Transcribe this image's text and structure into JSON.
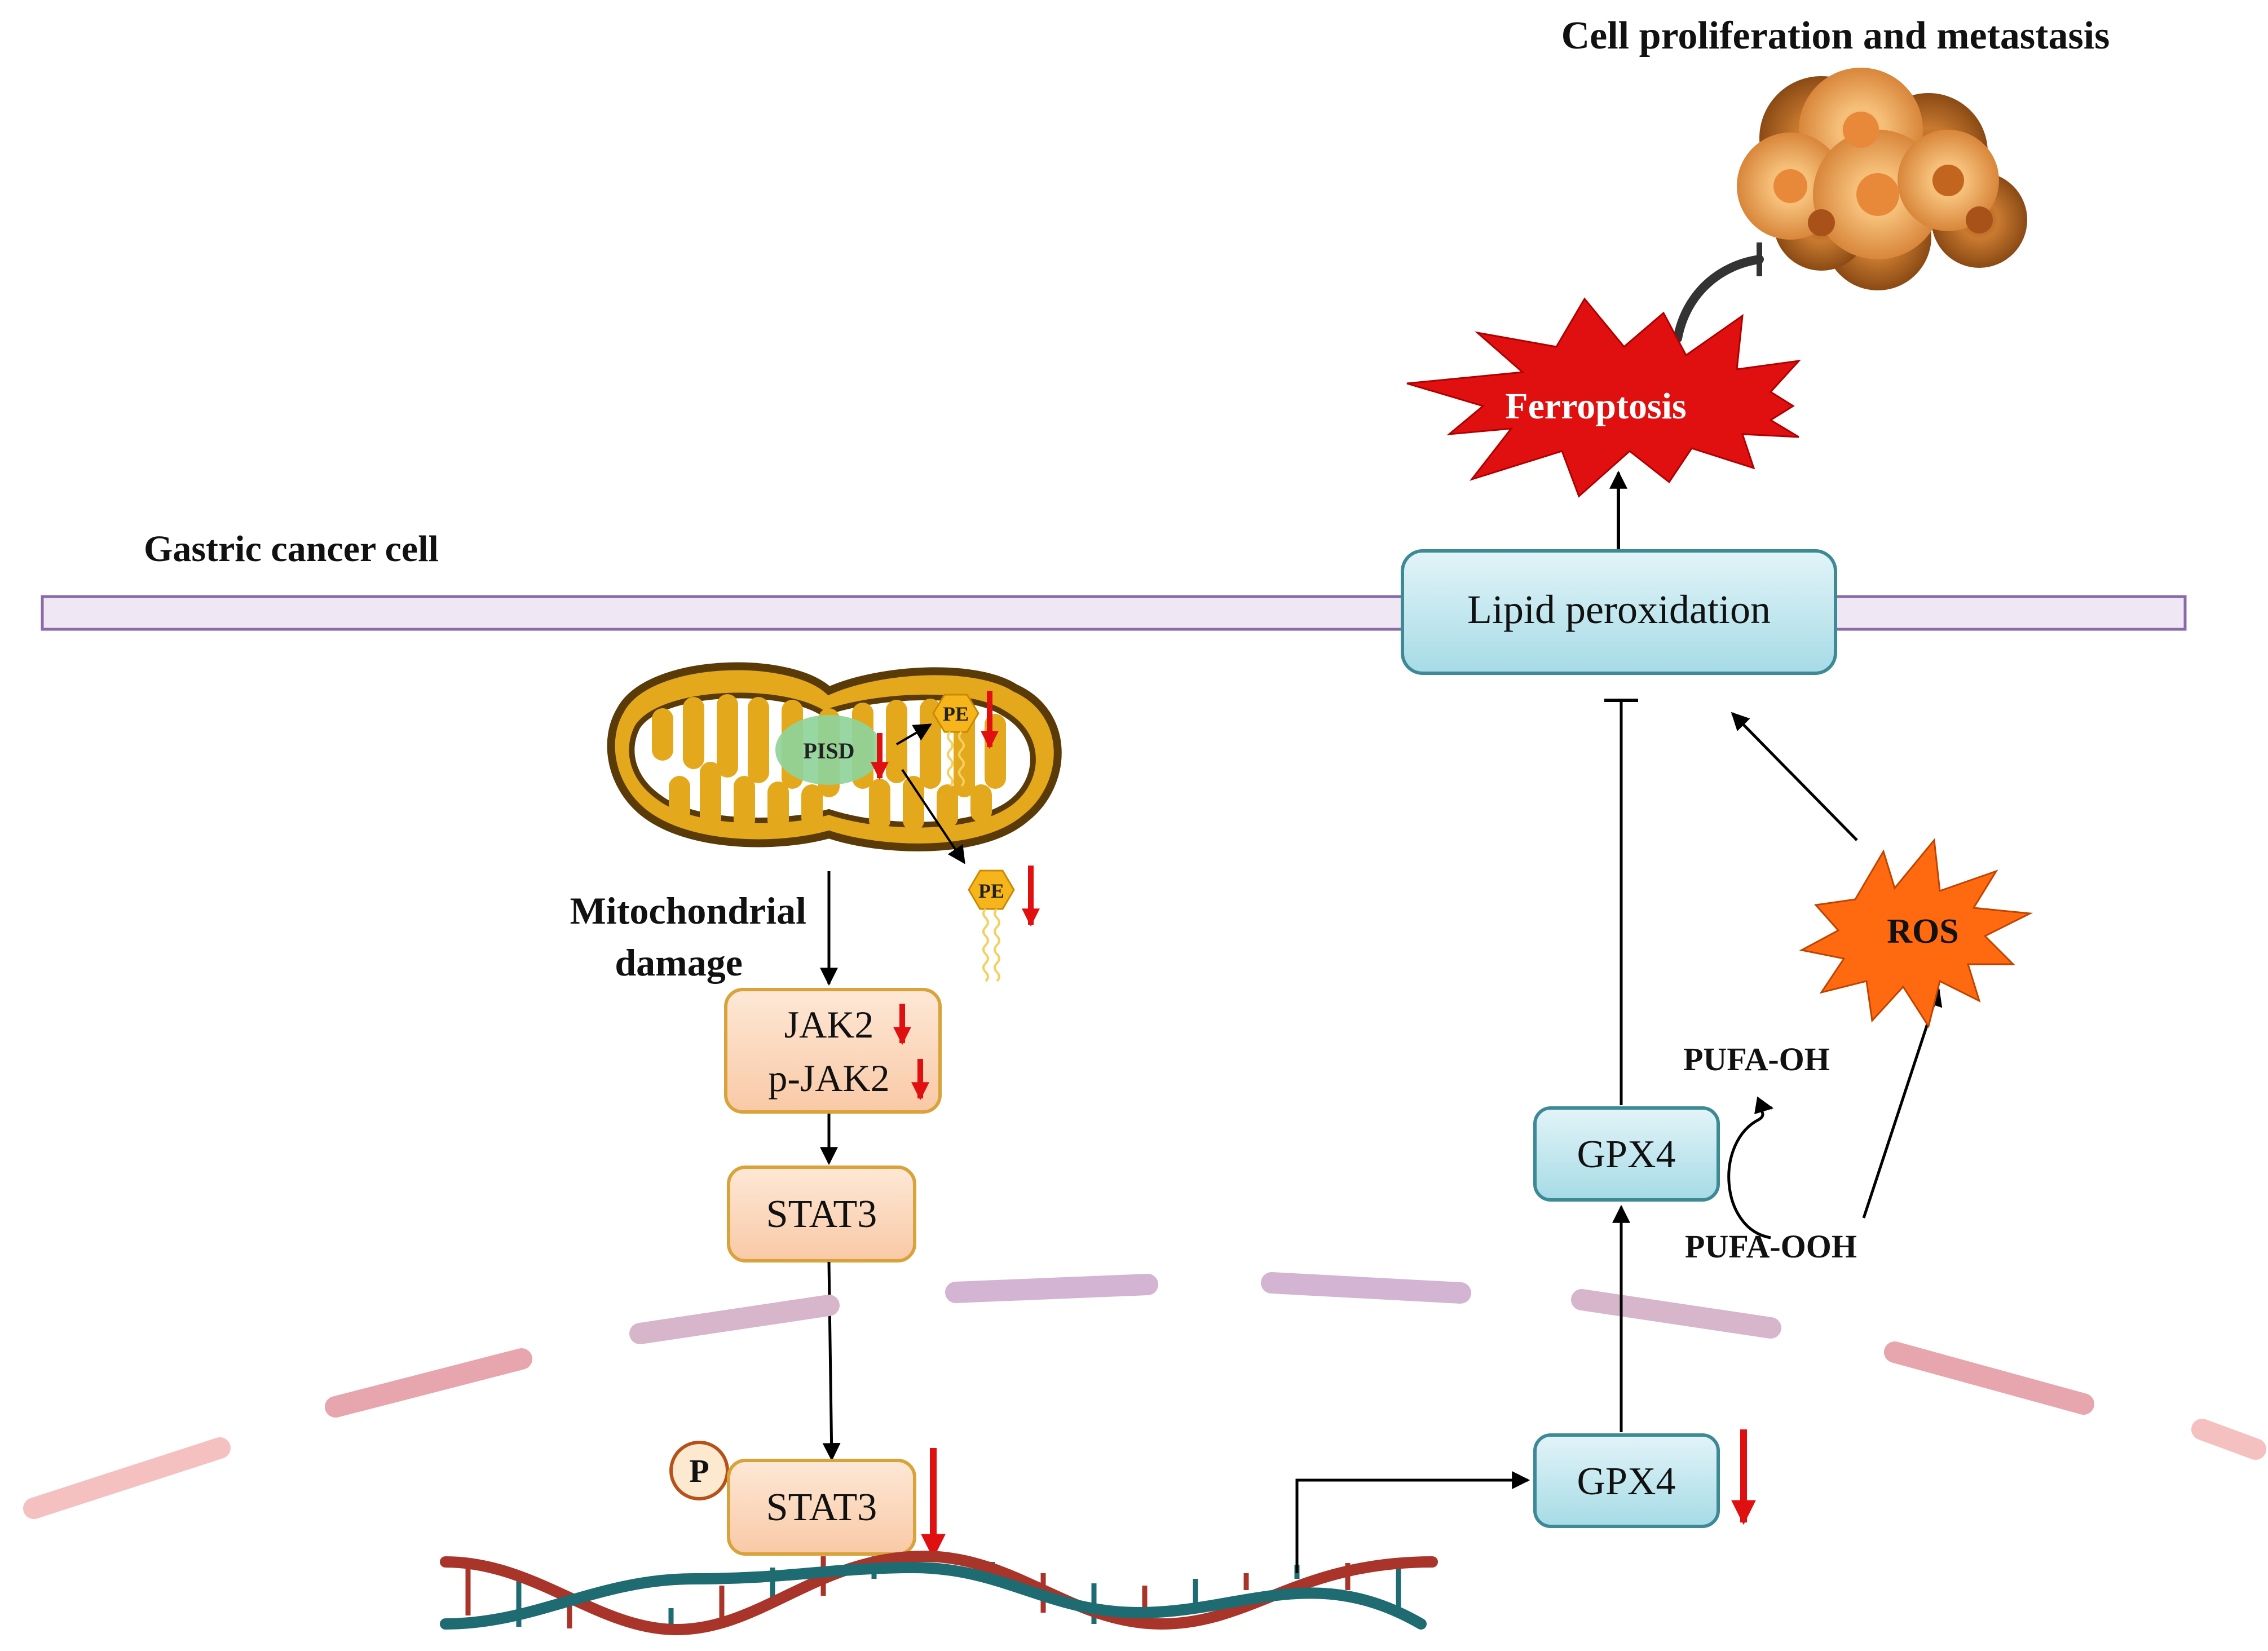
{
  "labels": {
    "top_title": "Cell proliferation and metastasis",
    "cell_label": "Gastric cancer cell",
    "mito_label_line1": "Mitochondrial",
    "mito_label_line2": "damage",
    "ferroptosis": "Ferroptosis",
    "lipid_peroxidation": "Lipid peroxidation",
    "ros": "ROS",
    "pufa_oh": "PUFA-OH",
    "pufa_ooh": "PUFA-OOH",
    "gpx4_upper": "GPX4",
    "gpx4_lower": "GPX4",
    "jak2": "JAK2",
    "p_jak2": "p-JAK2",
    "stat3_upper": "STAT3",
    "stat3_lower": "STAT3",
    "phospho": "P",
    "pisd": "PISD",
    "pe_inner": "PE",
    "pe_outer": "PE"
  },
  "colors": {
    "membrane_fill": "#efe8f4",
    "membrane_stroke": "#8a6aa8",
    "box_orange_fill": "#fbd7b8",
    "box_orange_stroke": "#d9a33b",
    "box_blue_fill": "#bfe6ee",
    "box_blue_stroke": "#3d8a96",
    "down_arrow": "#e01010",
    "ferroptosis_star": "#e01010",
    "ros_star": "#ff6a10",
    "dna_strand_a": "#a8342a",
    "dna_strand_b": "#1e6b72",
    "mito_fill": "#e3a81c",
    "pisd_fill": "#8fd49a",
    "pe_fill": "#f7b51c"
  },
  "icons": {
    "mitochondrion": "mitochondrion-icon",
    "tumor_cells": "tumor-cell-cluster-icon",
    "dna": "dna-helix-icon"
  }
}
